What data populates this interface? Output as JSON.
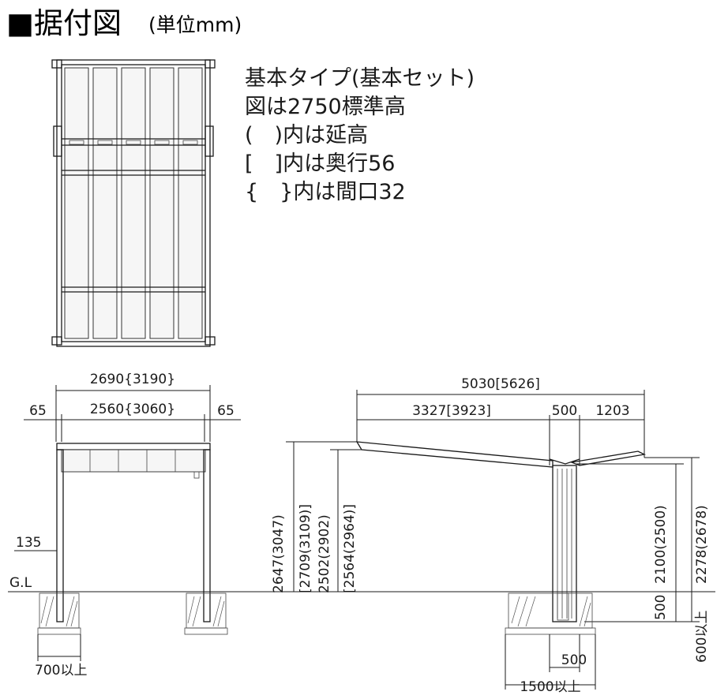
{
  "title": {
    "main": "■据付図",
    "unit": "(単位mm)"
  },
  "notes": [
    "基本タイプ(基本セット)",
    "図は2750標準高",
    "(　)内は延高",
    "[　]内は奥行56",
    "{　}内は間口32"
  ],
  "front_view": {
    "width_total": "2690{3190}",
    "width_inner": "2560{3060}",
    "side_left": "65",
    "side_right": "65",
    "gl_label": "G.L",
    "offset_135": "135",
    "foundation_depth": "700以上"
  },
  "side_view": {
    "depth_total": "5030[5626]",
    "depth_rear": "3327[3923]",
    "post_width": "500",
    "depth_front": "1203",
    "h1": "2647(3047)",
    "h1b": "[2709(3109)]",
    "h2": "2502(2902)",
    "h2b": "[2564(2964)]",
    "h3": "2100(2500)",
    "h4": "2278(2678)",
    "embed": "500",
    "embed_depth": "600以上",
    "base_width": "500",
    "base_total": "1500以上"
  },
  "colors": {
    "ink": "#1a1a1a",
    "panel": "#f6f6f6"
  }
}
